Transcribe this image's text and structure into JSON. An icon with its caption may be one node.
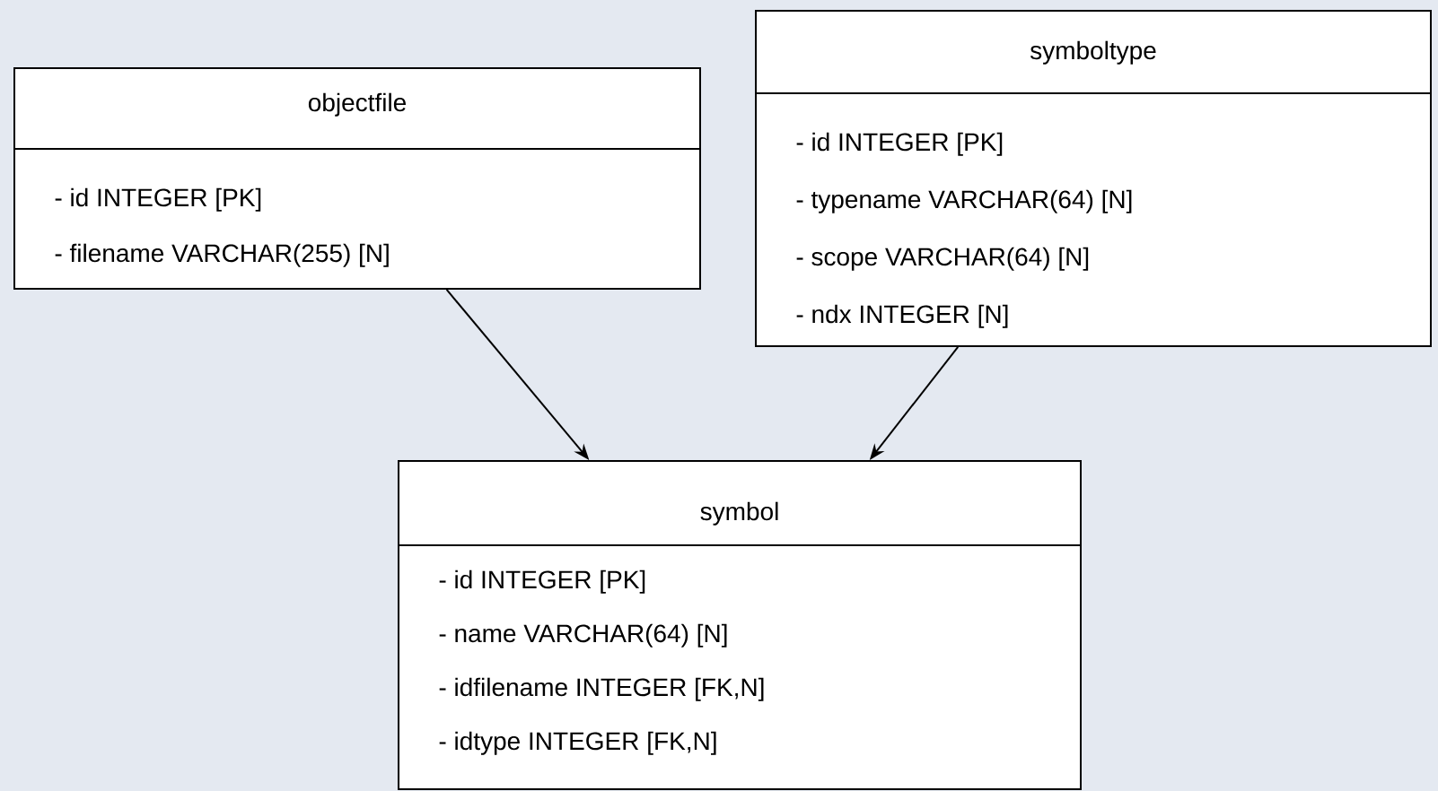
{
  "diagram": {
    "nodes": [
      {
        "text": [
          "objectfile",
          "- id INTEGER [PK]",
          "- filename VARCHAR(255) [N]"
        ]
      },
      {
        "text": [
          "symboltype",
          "- id INTEGER [PK]",
          "- typename VARCHAR(64) [N]",
          "- scope VARCHAR(64) [N]",
          "- ndx INTEGER [N]"
        ]
      },
      {
        "text": [
          "symbol",
          "- id INTEGER [PK]",
          "- name VARCHAR(64) [N]",
          "- idfilename INTEGER [FK,N]",
          "- idtype INTEGER [FK,N]"
        ]
      }
    ],
    "edges": [
      {
        "from": 0,
        "to": 2,
        "arrow": "to"
      },
      {
        "from": 1,
        "to": 2,
        "arrow": "to"
      }
    ]
  }
}
